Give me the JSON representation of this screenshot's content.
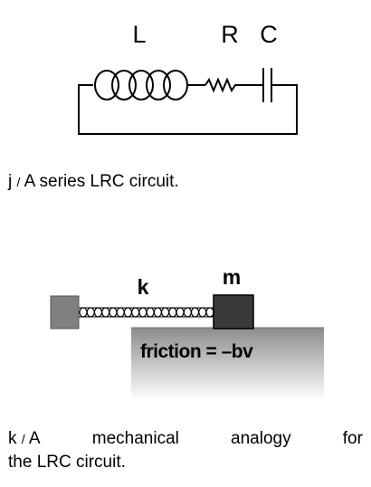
{
  "figure_j": {
    "labels": {
      "inductor": "L",
      "resistor": "R",
      "capacitor": "C"
    },
    "caption": {
      "tag": "j",
      "separator": "/",
      "text": "A series LRC circuit."
    }
  },
  "figure_k": {
    "labels": {
      "spring": "k",
      "mass": "m",
      "friction": "friction = –bv"
    },
    "caption": {
      "tag": "k",
      "separator": "/",
      "words": [
        "A",
        "mechanical",
        "analogy",
        "for"
      ],
      "line2": "the LRC circuit."
    },
    "colors": {
      "wall": "#808080",
      "mass": "#3a3a3a",
      "surface_top": "#8c8c8c",
      "surface_bottom": "#ffffff"
    }
  }
}
